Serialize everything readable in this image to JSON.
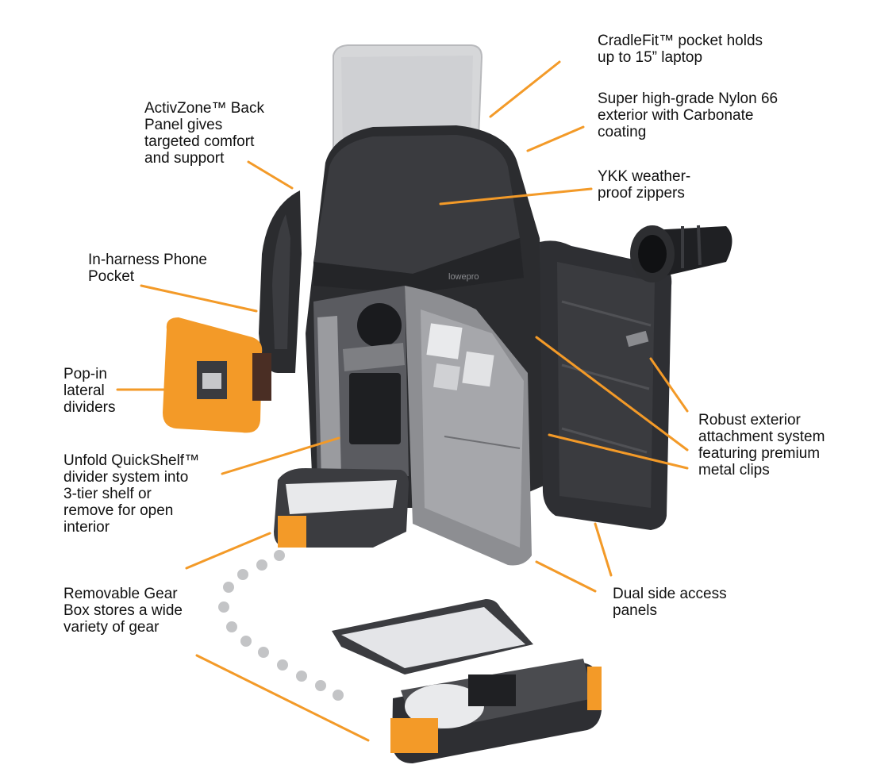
{
  "colors": {
    "callout_line": "#f39a28",
    "accent_orange": "#f39a28",
    "bag_dark": "#2b2c2f",
    "bag_mid": "#4a4b4f",
    "bag_light": "#6d6e72",
    "lining": "#9a9b9f",
    "silver": "#d6d7d9",
    "dot_gray": "#c3c4c6",
    "text": "#111111"
  },
  "brand_mark": "lowepro",
  "callouts": [
    {
      "id": "cradlefit",
      "text": "CradleFit™ pocket holds\nup to 15” laptop"
    },
    {
      "id": "nylon",
      "text": "Super high-grade Nylon 66\nexterior with Carbonate\ncoating"
    },
    {
      "id": "activzone",
      "text": "ActivZone™ Back\nPanel gives\ntargeted comfort\nand support"
    },
    {
      "id": "ykk",
      "text": "YKK weather-\nproof zippers"
    },
    {
      "id": "phone",
      "text": "In-harness Phone\nPocket"
    },
    {
      "id": "dividers",
      "text": "Pop-in\nlateral\ndividers"
    },
    {
      "id": "robust",
      "text": "Robust exterior\nattachment system\nfeaturing premium\nmetal clips"
    },
    {
      "id": "quickshelf",
      "text": "Unfold QuickShelf™\ndivider system into\n3-tier shelf or\nremove for open\ninterior"
    },
    {
      "id": "dual",
      "text": "Dual side access\npanels"
    },
    {
      "id": "gearbox",
      "text": "Removable Gear\nBox stores a wide\nvariety of gear"
    }
  ]
}
